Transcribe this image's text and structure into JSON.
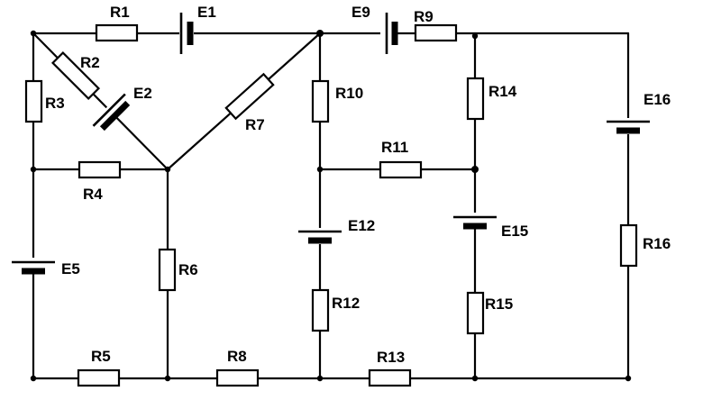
{
  "diagram": {
    "type": "electrical-circuit",
    "resistors": [
      {
        "id": "R1",
        "label": "R1"
      },
      {
        "id": "R2",
        "label": "R2"
      },
      {
        "id": "R3",
        "label": "R3"
      },
      {
        "id": "R4",
        "label": "R4"
      },
      {
        "id": "R5",
        "label": "R5"
      },
      {
        "id": "R6",
        "label": "R6"
      },
      {
        "id": "R7",
        "label": "R7"
      },
      {
        "id": "R8",
        "label": "R8"
      },
      {
        "id": "R9",
        "label": "R9"
      },
      {
        "id": "R10",
        "label": "R10"
      },
      {
        "id": "R11",
        "label": "R11"
      },
      {
        "id": "R12",
        "label": "R12"
      },
      {
        "id": "R13",
        "label": "R13"
      },
      {
        "id": "R14",
        "label": "R14"
      },
      {
        "id": "R15",
        "label": "R15"
      },
      {
        "id": "R16",
        "label": "R16"
      }
    ],
    "sources": [
      {
        "id": "E1",
        "label": "E1"
      },
      {
        "id": "E2",
        "label": "E2"
      },
      {
        "id": "E5",
        "label": "E5"
      },
      {
        "id": "E9",
        "label": "E9"
      },
      {
        "id": "E12",
        "label": "E12"
      },
      {
        "id": "E15",
        "label": "E15"
      },
      {
        "id": "E16",
        "label": "E16"
      }
    ]
  }
}
